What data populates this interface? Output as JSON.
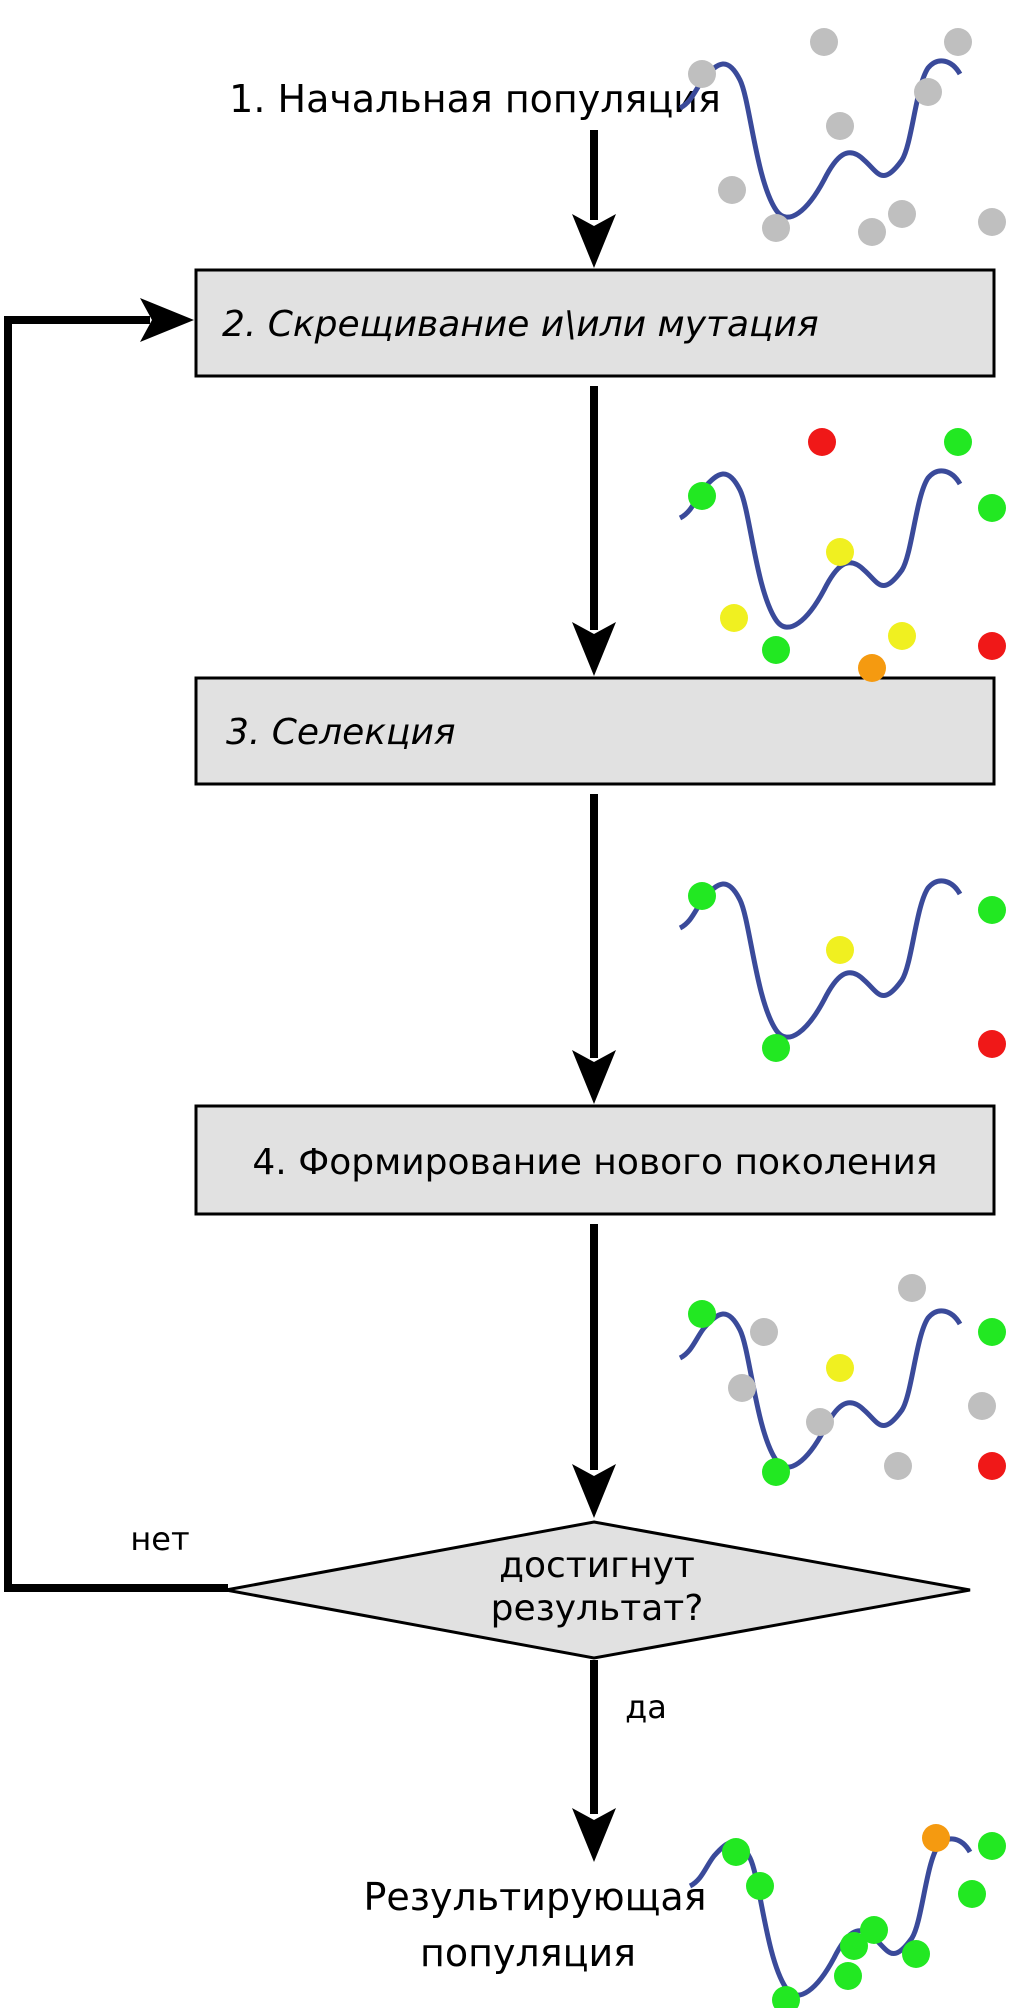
{
  "diagram": {
    "start_label": "1. Начальная популяция",
    "steps": [
      {
        "label": "2. Скрещивание и\\или мутация"
      },
      {
        "label": "3. Селекция"
      },
      {
        "label": "4. Формирование нового поколения"
      }
    ],
    "decision": {
      "line1": "достигнут",
      "line2": "результат?",
      "no_label": "нет",
      "yes_label": "да"
    },
    "end_label_line1": "Результирующая",
    "end_label_line2": "популяция"
  },
  "colors": {
    "curve": "#3a4a9a",
    "box_fill": "#e1e1e1",
    "arrow": "#000000",
    "dot_grey": "#bfbfbf",
    "dot_green": "#22e822",
    "dot_yellow": "#f0f020",
    "dot_red": "#f01818",
    "dot_orange": "#f59a10"
  },
  "panels": [
    {
      "dots": [
        "grey",
        "grey",
        "grey",
        "grey",
        "grey",
        "grey",
        "grey",
        "grey",
        "grey",
        "grey"
      ]
    },
    {
      "dots": [
        "green",
        "red",
        "green",
        "green",
        "yellow",
        "yellow",
        "green",
        "orange",
        "yellow",
        "red"
      ]
    },
    {
      "dots": [
        "green",
        "green",
        "yellow",
        "green",
        "red"
      ]
    },
    {
      "dots": [
        "green",
        "grey",
        "green",
        "grey",
        "yellow",
        "grey",
        "grey",
        "green",
        "grey",
        "red",
        "grey"
      ]
    },
    {
      "dots": [
        "green",
        "green",
        "orange",
        "green",
        "green",
        "green",
        "green",
        "green",
        "green",
        "green"
      ]
    }
  ]
}
